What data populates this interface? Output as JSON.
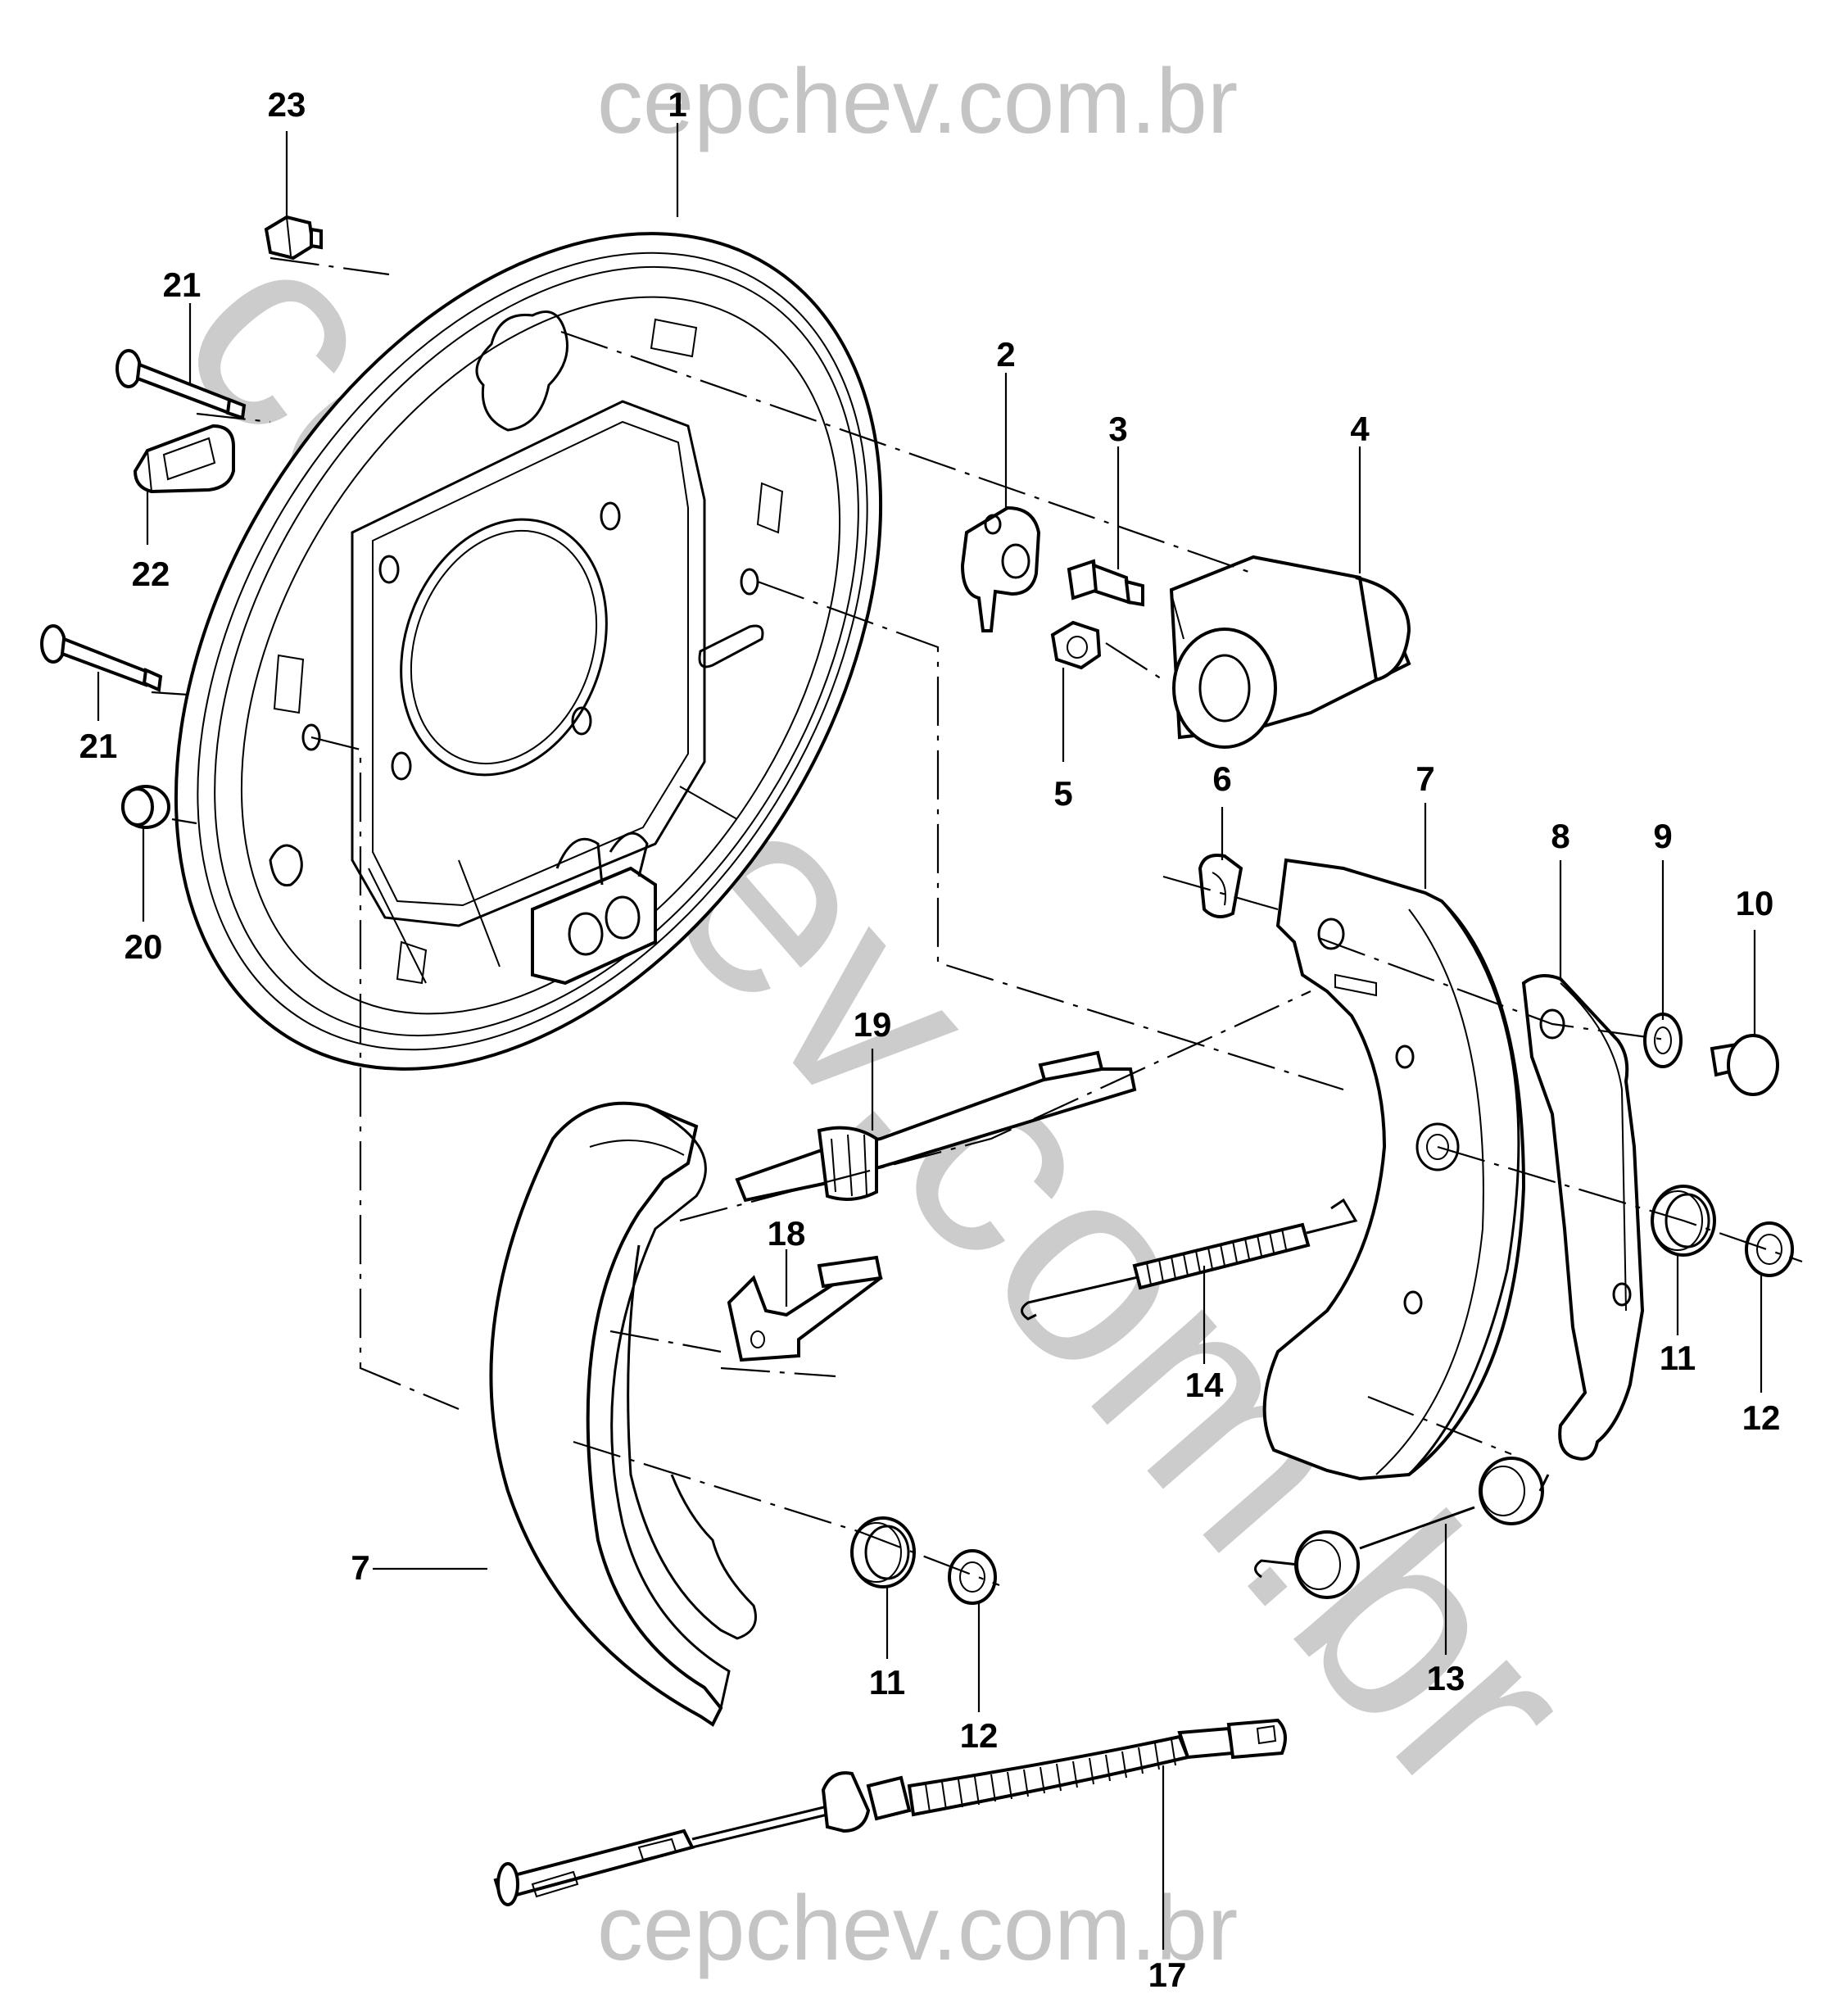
{
  "watermark": {
    "top": "cepchev.com.br",
    "bottom": "cepchev.com.br",
    "diagonal": "cepchev.com.br"
  },
  "callouts": {
    "c1": "1",
    "c2": "2",
    "c3": "3",
    "c4": "4",
    "c5": "5",
    "c6": "6",
    "c7a": "7",
    "c7b": "7",
    "c8": "8",
    "c9": "9",
    "c10": "10",
    "c11a": "11",
    "c11b": "11",
    "c12a": "12",
    "c12b": "12",
    "c13": "13",
    "c14": "14",
    "c17": "17",
    "c18": "18",
    "c19": "19",
    "c20": "20",
    "c21a": "21",
    "c21b": "21",
    "c22": "22",
    "c23": "23"
  },
  "colors": {
    "line": "#000000",
    "watermark": "#c4c4c4",
    "background": "#ffffff"
  }
}
